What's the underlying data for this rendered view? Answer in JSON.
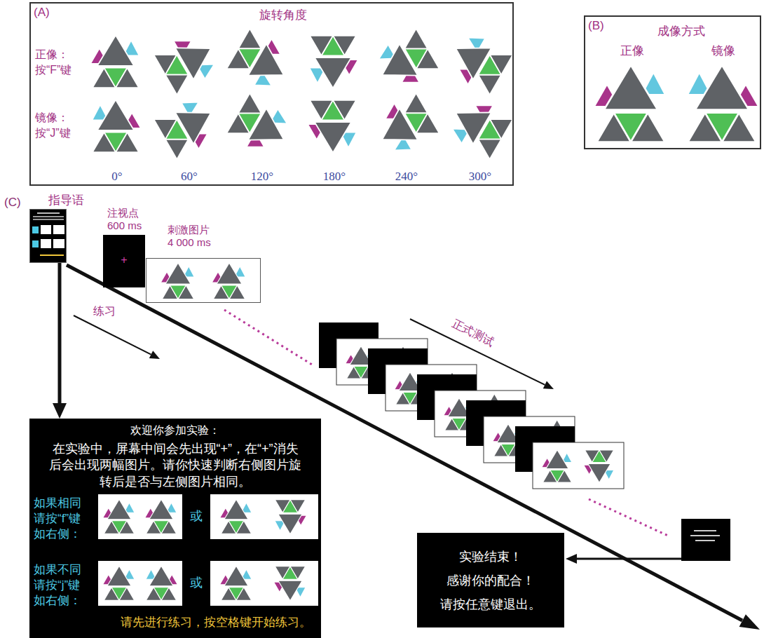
{
  "diagram": {
    "nodes": [
      {
        "text": [
          "(A)",
          "旋转角度",
          "正像： 按“F”键",
          "镜像： 按“J”键",
          "0°",
          "60°",
          "120°",
          "180°",
          "240°",
          "300°"
        ]
      },
      {
        "text": [
          "(B)",
          "成像方式",
          "正像",
          "镜像"
        ]
      },
      {
        "text": [
          "指导语"
        ]
      },
      {
        "text": [
          "注视点 600 ms",
          "+"
        ]
      },
      {
        "text": [
          "刺激图片 4 000 ms"
        ]
      },
      {
        "text": [
          "欢迎你参加实验：",
          "在实验中，屏幕中间会先出现“+”，在“+”消失后会出现两幅图片。请你快速判断右侧图片旋转后是否与左侧图片相同。",
          "如果相同 请按“f”键 如右侧：",
          "或",
          "如果不同 请按“j”键 如右侧：",
          "或",
          "请先进行练习，按空格键开始练习。"
        ]
      },
      {
        "text": [
          "实验结束！ 感谢你的配合！ 请按任意键退出。"
        ]
      }
    ],
    "edges": [
      {
        "from": 2,
        "to": 5,
        "arrow": "to"
      }
    ],
    "labels": [
      "(C)",
      "练习",
      "正式测试"
    ]
  }
}
